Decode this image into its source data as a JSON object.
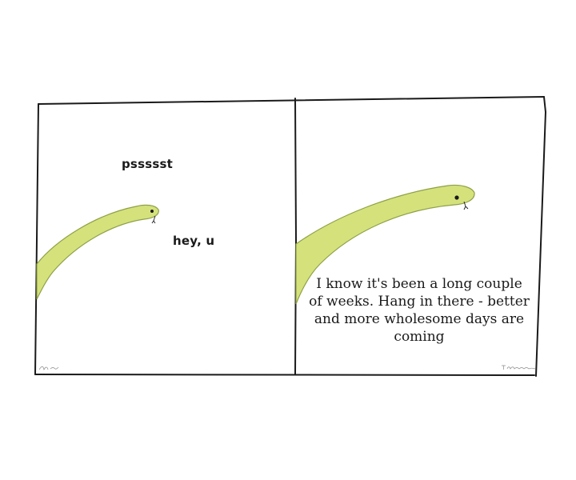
{
  "comic": {
    "panel_1": {
      "speech_1": "pssssst",
      "speech_2": "hey, u"
    },
    "panel_2": {
      "caption": "I know it's been a long couple of weeks. Hang in there - better and more wholesome days are coming"
    }
  },
  "colors": {
    "background": "#ffffff",
    "ink": "#1a1a1a",
    "snake_body": "#d5e27c",
    "snake_outline": "#8fa046"
  }
}
